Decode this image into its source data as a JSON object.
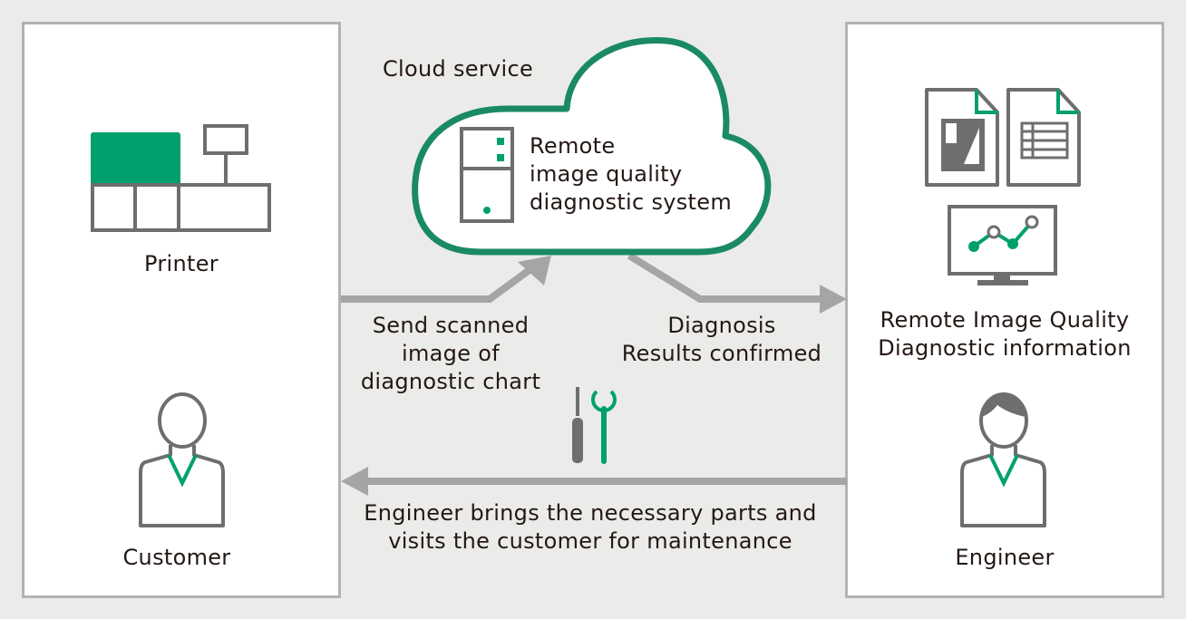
{
  "cloud": {
    "title": "Cloud service",
    "system_lines": [
      "Remote",
      "image quality",
      "diagnostic system"
    ]
  },
  "left": {
    "printer_label": "Printer",
    "customer_label": "Customer"
  },
  "right": {
    "info_lines": [
      "Remote Image Quality",
      "Diagnostic information"
    ],
    "engineer_label": "Engineer"
  },
  "flows": {
    "send_lines": [
      "Send scanned",
      "image of",
      "diagnostic chart"
    ],
    "results_lines": [
      "Diagnosis",
      "Results confirmed"
    ],
    "visit_lines": [
      "Engineer brings the necessary parts and",
      "visits the customer for maintenance"
    ]
  },
  "colors": {
    "green": "#00a06e",
    "cloud_green": "#1a8a63",
    "gray": "#6e6e6e",
    "arrow": "#a5a5a5",
    "background": "#ebebea"
  },
  "icons": [
    "printer-icon",
    "server-icon",
    "document-chart-icon",
    "document-table-icon",
    "monitor-graph-icon",
    "customer-icon",
    "engineer-icon",
    "screwdriver-icon",
    "wrench-icon"
  ]
}
